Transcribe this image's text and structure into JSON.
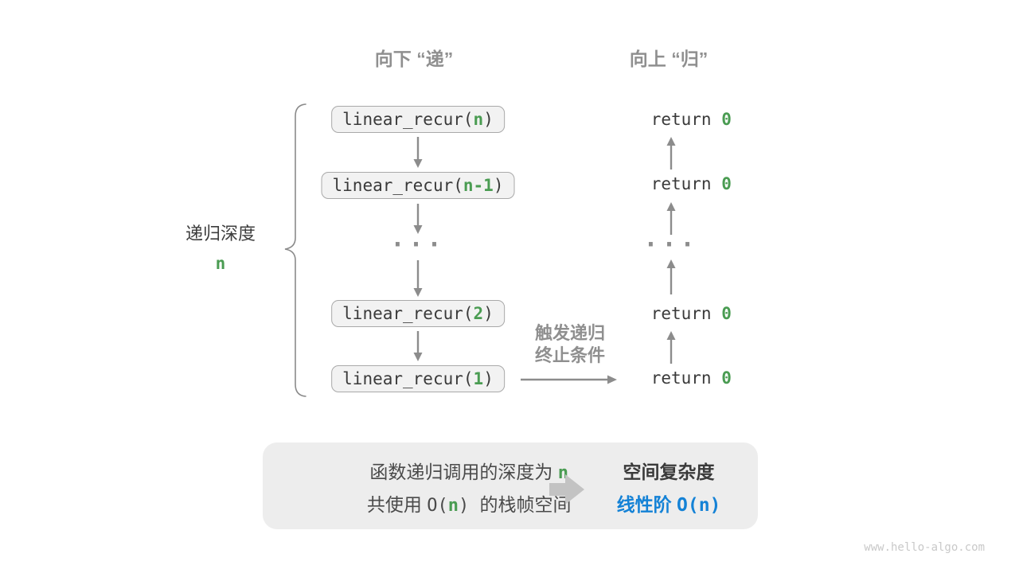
{
  "colors": {
    "green": "#4a9c52",
    "blue": "#1482d6",
    "header_gray": "#8f8f8f",
    "arrow_gray": "#8c8c8c",
    "code_dark": "#3a3a3a",
    "box_bg": "#f2f2f2",
    "box_border": "#a9a9a9",
    "panel_bg": "#ededed",
    "block_arrow": "#c3c3c3"
  },
  "headers": {
    "down": "向下 “递”",
    "up": "向上 “归”"
  },
  "depth_label": {
    "text": "递归深度",
    "value": "n"
  },
  "stack": [
    {
      "pre": "linear_recur(",
      "arg": "n",
      "post": ")"
    },
    {
      "pre": "linear_recur(",
      "arg": "n-1",
      "post": ")"
    },
    {
      "pre": "linear_recur(",
      "arg": "2",
      "post": ")"
    },
    {
      "pre": "linear_recur(",
      "arg": "1",
      "post": ")"
    }
  ],
  "returns": [
    {
      "pre": "return ",
      "val": "0"
    },
    {
      "pre": "return ",
      "val": "0"
    },
    {
      "pre": "return ",
      "val": "0"
    },
    {
      "pre": "return ",
      "val": "0"
    }
  ],
  "ellipsis": "...",
  "trigger": {
    "line1": "触发递归",
    "line2": "终止条件"
  },
  "summary": {
    "line1_text": "函数递归调用的深度为 ",
    "line1_value": "n",
    "line2_a": "共使用 ",
    "line2_b": "O(",
    "line2_c": "n",
    "line2_d": ") ",
    "line2_e": "的栈帧空间",
    "title": "空间复杂度",
    "value_a": "线性阶 ",
    "value_b": "O(n)"
  },
  "watermark": "www.hello-algo.com"
}
